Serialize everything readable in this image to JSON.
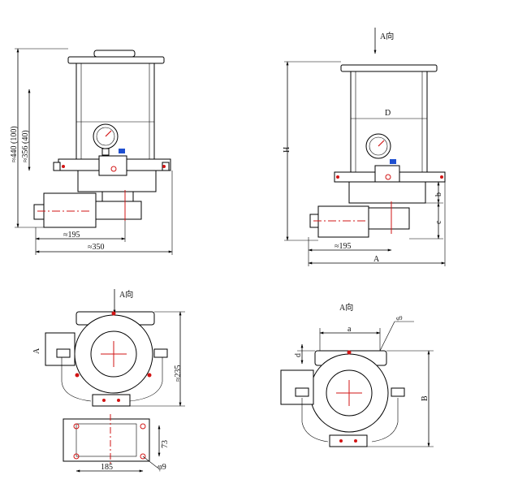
{
  "colors": {
    "line": "#000000",
    "marker": "#d21414",
    "gauge_accent": "#1f4fd0"
  },
  "views": {
    "side_left": {
      "height_total": "≈440 (100)",
      "height_main": "≈356 (40)",
      "width_motor": "≈195",
      "width_total": "≈350"
    },
    "side_right": {
      "arrow_label": "A向",
      "D": "D",
      "H": "H",
      "b": "b",
      "c": "c",
      "width_motor": "≈195",
      "A": "A"
    },
    "plan_left": {
      "arrow_label": "A向",
      "side_marker": "A",
      "depth": "≈235",
      "width": "185",
      "depth2": "73",
      "hole": "φ9"
    },
    "plan_right": {
      "arrow_label": "A向",
      "small_label": "φ9",
      "a": "a",
      "B": "B",
      "d": "d"
    }
  }
}
